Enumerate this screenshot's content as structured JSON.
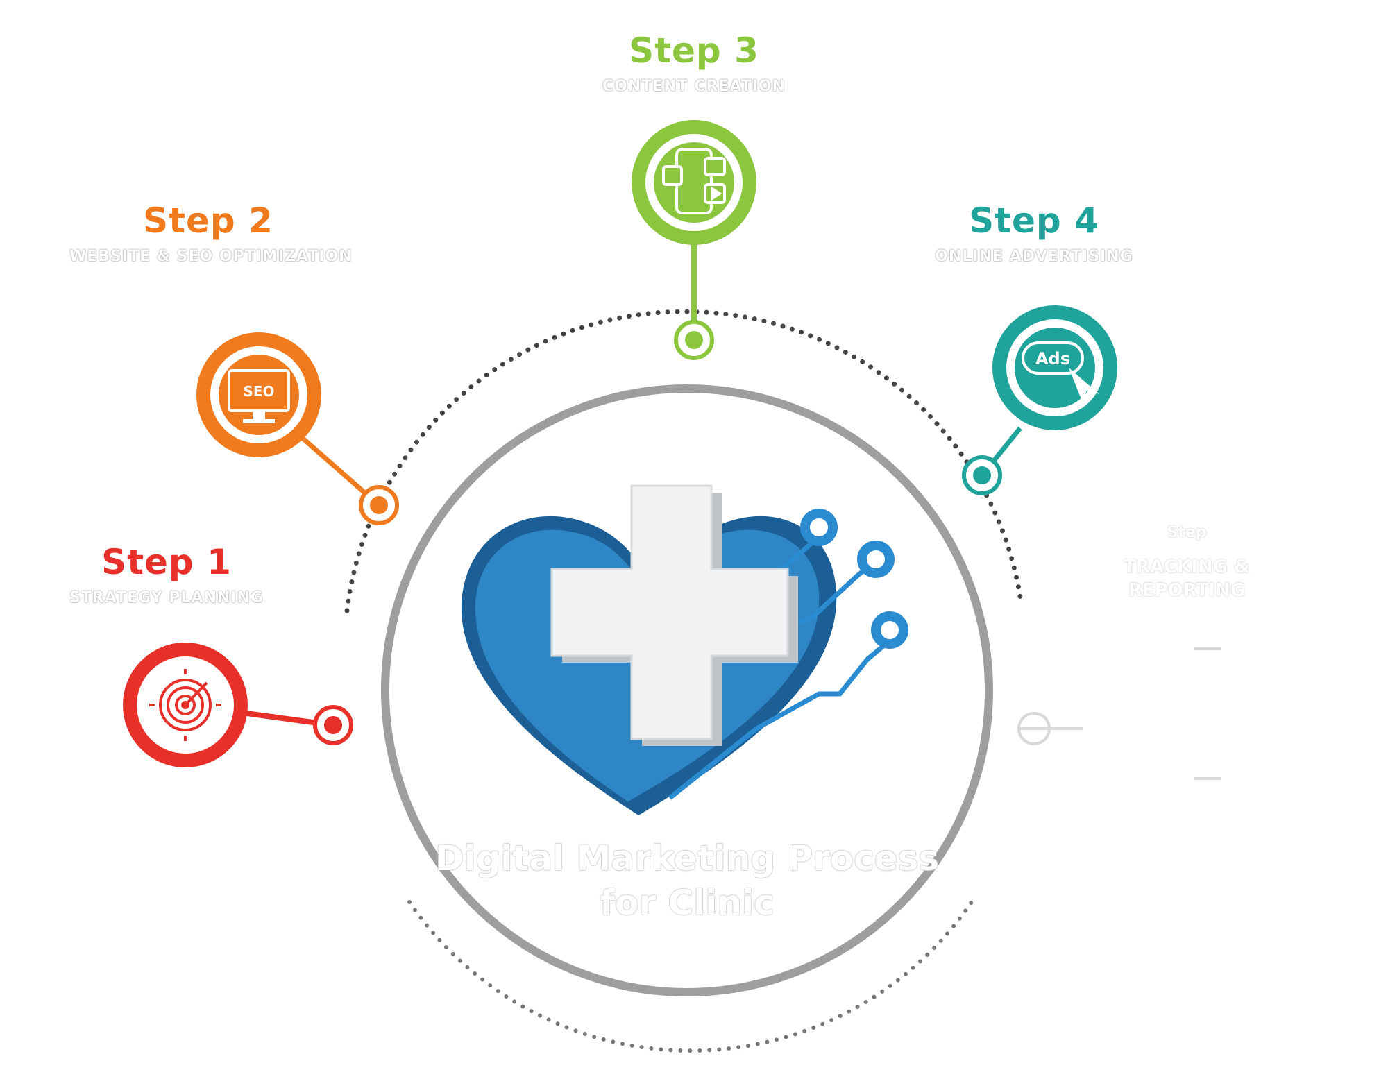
{
  "colors": {
    "step1": "#e8302b",
    "step2": "#f07a1e",
    "step3": "#8cc63e",
    "step4": "#1fa39a",
    "ring": "#9e9e9e",
    "dots": "#444444",
    "heart": "#2f86c6"
  },
  "steps": [
    {
      "title": "Step 1",
      "subtitle": "STRATEGY PLANNING",
      "icon": "target-icon"
    },
    {
      "title": "Step 2",
      "subtitle": "WEBSITE & SEO OPTIMIZATION",
      "icon": "seo-icon"
    },
    {
      "title": "Step 3",
      "subtitle": "CONTENT CREATION",
      "icon": "social-media-icon"
    },
    {
      "title": "Step 4",
      "subtitle": "ONLINE ADVERTISING",
      "icon": "ads-icon",
      "icon_text": "Ads"
    }
  ],
  "step5": {
    "title": "Step",
    "subtitle_line1": "TRACKING &",
    "subtitle_line2": "REPORTING"
  },
  "center": {
    "title_line1": "Digital Marketing Process",
    "title_line2": "for Clinic",
    "icon": "heart-cross-icon"
  }
}
